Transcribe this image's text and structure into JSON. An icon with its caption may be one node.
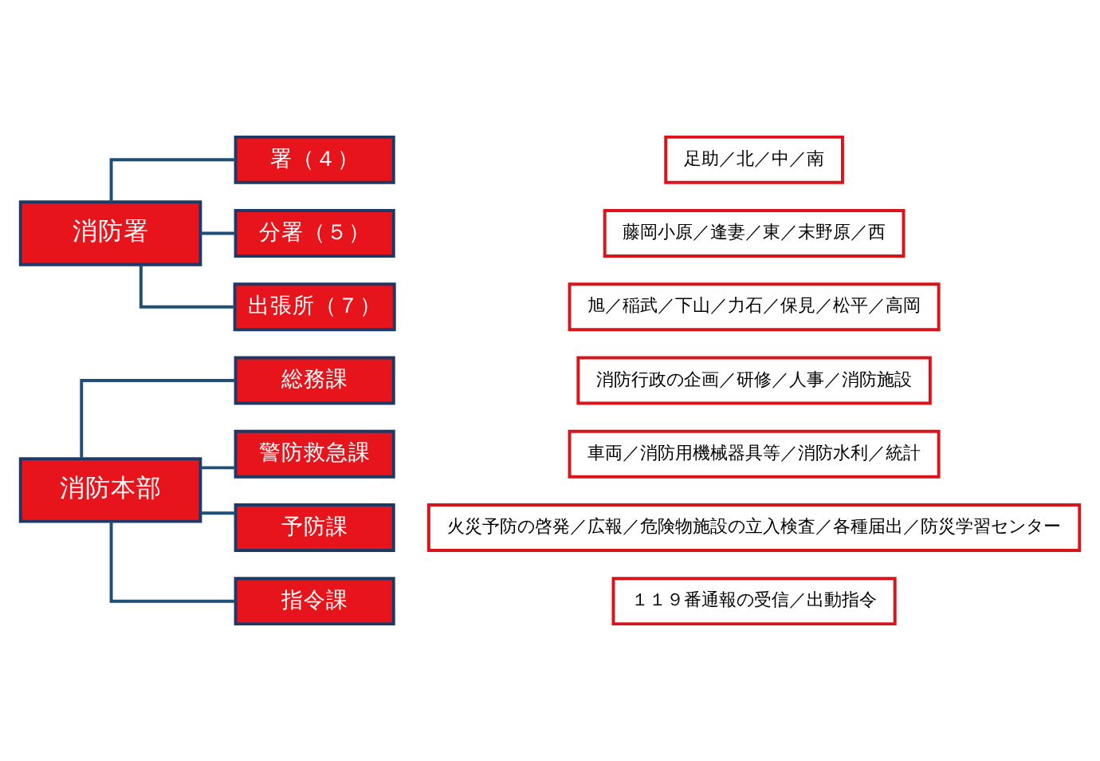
{
  "diagram": {
    "nodes": [
      {
        "text": [
          "消防本部"
        ]
      },
      {
        "text": [
          "総務課"
        ]
      },
      {
        "text": [
          "消防行政の企画／研修／人事／消防施設"
        ]
      },
      {
        "text": [
          "警防救急課"
        ]
      },
      {
        "text": [
          "車両／消防用機械器具等／消防水利／統計"
        ]
      },
      {
        "text": [
          "予防課"
        ]
      },
      {
        "text": [
          "火災予防の啓発／広報／危険物施設の立入検査／各種届出／防災学習センター"
        ]
      },
      {
        "text": [
          "指令課"
        ]
      },
      {
        "text": [
          "１１９番通報の受信／出動指令"
        ]
      },
      {
        "text": [
          "消防署"
        ]
      },
      {
        "text": [
          "署（４）"
        ]
      },
      {
        "text": [
          "足助／北／中／南"
        ]
      },
      {
        "text": [
          "分署（５）"
        ]
      },
      {
        "text": [
          "藤岡小原／逢妻／東／末野原／西"
        ]
      },
      {
        "text": [
          "出張所（７）"
        ]
      },
      {
        "text": [
          "旭／稲武／下山／力石／保見／松平／高岡"
        ]
      }
    ],
    "edges": [
      {
        "from": 0,
        "to": 1,
        "arrow": "none"
      },
      {
        "from": 0,
        "to": 3,
        "arrow": "none"
      },
      {
        "from": 0,
        "to": 5,
        "arrow": "none"
      },
      {
        "from": 0,
        "to": 7,
        "arrow": "none"
      },
      {
        "from": 9,
        "to": 10,
        "arrow": "none"
      },
      {
        "from": 9,
        "to": 12,
        "arrow": "none"
      },
      {
        "from": 9,
        "to": 14,
        "arrow": "none"
      }
    ]
  }
}
